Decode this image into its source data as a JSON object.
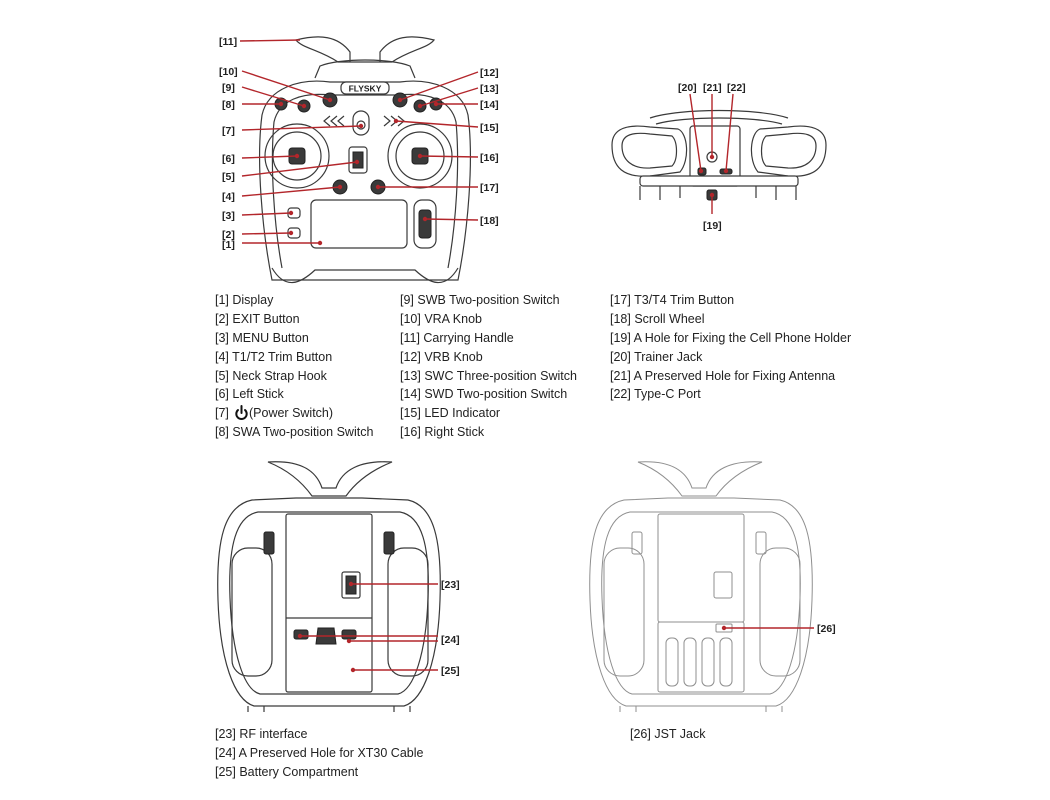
{
  "brand": "FLYSKY",
  "callouts": {
    "c1": "[1]",
    "c2": "[2]",
    "c3": "[3]",
    "c4": "[4]",
    "c5": "[5]",
    "c6": "[6]",
    "c7": "[7]",
    "c8": "[8]",
    "c9": "[9]",
    "c10": "[10]",
    "c11": "[11]",
    "c12": "[12]",
    "c13": "[13]",
    "c14": "[14]",
    "c15": "[15]",
    "c16": "[16]",
    "c17": "[17]",
    "c18": "[18]",
    "c19": "[19]",
    "c20": "[20]",
    "c21": "[21]",
    "c22": "[22]",
    "c23": "[23]",
    "c24": "[24]",
    "c25": "[25]",
    "c26": "[26]"
  },
  "legend": {
    "col1": [
      "[1] Display",
      "[2] EXIT Button",
      "[3] MENU Button",
      "[4] T1/T2 Trim Button",
      "[5] Neck Strap Hook",
      "[6] Left Stick"
    ],
    "power_prefix": "[7]",
    "power_suffix": "(Power Switch)",
    "power_icon": "power-symbol",
    "col1_last": "[8] SWA Two-position Switch",
    "col2": [
      "[9] SWB Two-position Switch",
      "[10] VRA Knob",
      "[11] Carrying Handle",
      "[12] VRB Knob",
      "[13] SWC Three-position Switch",
      "[14] SWD Two-position Switch",
      "[15] LED Indicator",
      "[16] Right Stick"
    ],
    "col3": [
      "[17] T3/T4 Trim Button",
      "[18] Scroll Wheel",
      "[19] A Hole for Fixing the Cell Phone Holder",
      "[20] Trainer Jack",
      "[21] A Preserved Hole for Fixing Antenna",
      "[22] Type-C Port"
    ],
    "back1": [
      "[23] RF interface",
      "[24] A Preserved Hole for XT30 Cable",
      "[25] Battery Compartment"
    ],
    "back2": [
      "[26] JST Jack"
    ]
  },
  "colors": {
    "leader": "#b3262b",
    "outline": "#3a3a3a",
    "outline_light": "#8f8f8f"
  }
}
